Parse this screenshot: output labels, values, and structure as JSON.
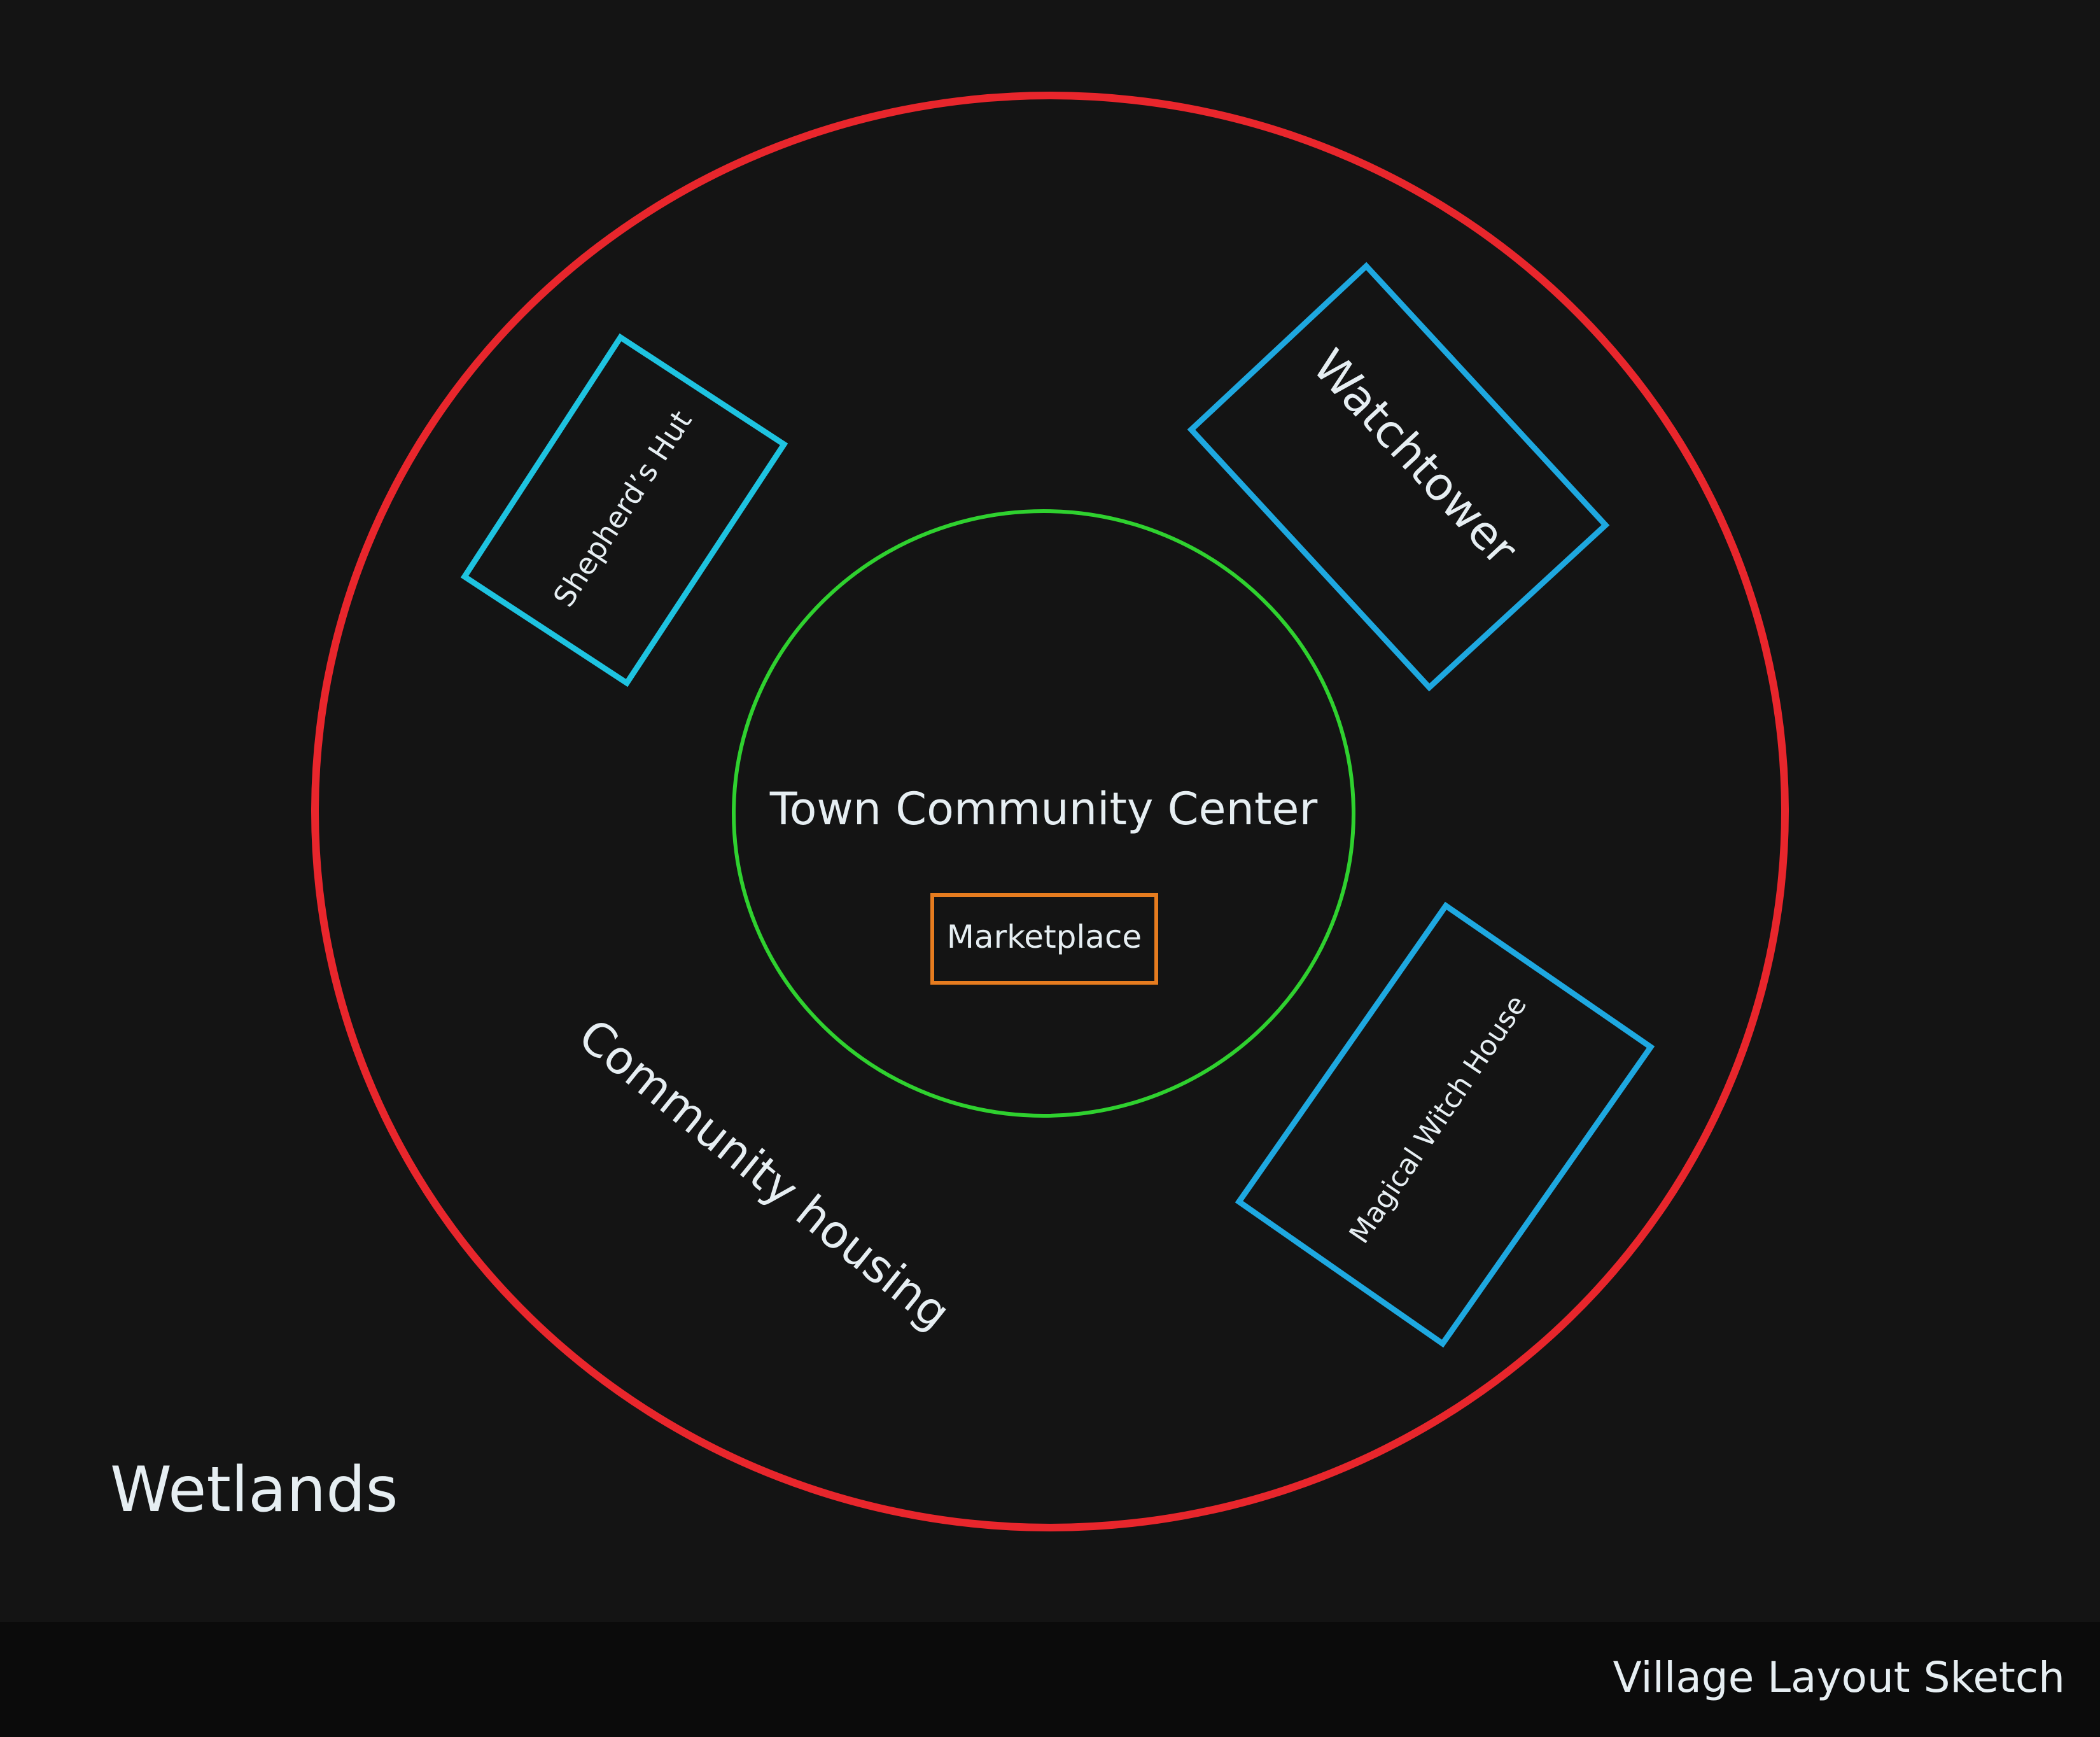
{
  "zones": {
    "outer": {
      "color": "#e8262c"
    },
    "center": {
      "label": "Town Community Center",
      "color": "#2fd12f"
    },
    "market": {
      "label": "Marketplace",
      "color": "#e67c1f"
    }
  },
  "buildings": [
    {
      "id": "shepherds-hut",
      "label": "Shepherd’s Hut",
      "color": "#1ec3e0"
    },
    {
      "id": "watchtower",
      "label": "Watchtower",
      "color": "#1ea8e0"
    },
    {
      "id": "magical-witch-house",
      "label": "Magical Witch House",
      "color": "#1ea8e0"
    }
  ],
  "areas": {
    "housing": "Community housing",
    "wetlands": "Wetlands"
  },
  "footer": {
    "caption": "Village Layout Sketch"
  }
}
